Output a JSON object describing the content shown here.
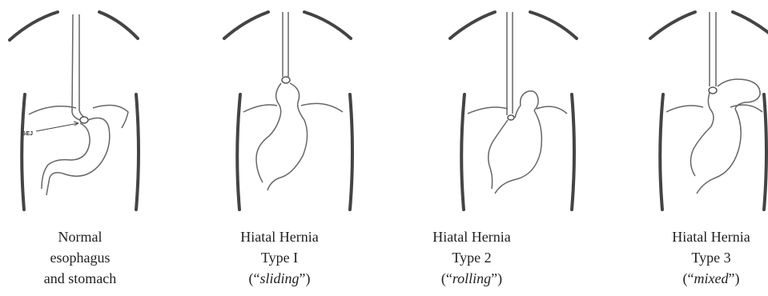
{
  "panels": [
    {
      "id": "normal",
      "caption_line1": "Normal",
      "caption_line2": "esophagus",
      "caption_line3": "and stomach",
      "annotation": "GEJ"
    },
    {
      "id": "type1",
      "caption_line1": "Hiatal Hernia",
      "caption_line2": "Type I",
      "caption_open": "(“",
      "caption_italic": "sliding",
      "caption_close": "”)"
    },
    {
      "id": "type2",
      "caption_line1": "Hiatal Hernia",
      "caption_line2": "Type 2",
      "caption_open": "(“",
      "caption_italic": "rolling",
      "caption_close": "”)"
    },
    {
      "id": "type3",
      "caption_line1": "Hiatal Hernia",
      "caption_line2": "Type 3",
      "caption_open": "(“",
      "caption_italic": "mixed",
      "caption_close": "”)"
    }
  ],
  "colors": {
    "outline": "#555555",
    "body_wall": "#444444",
    "caption_text": "#222222"
  }
}
